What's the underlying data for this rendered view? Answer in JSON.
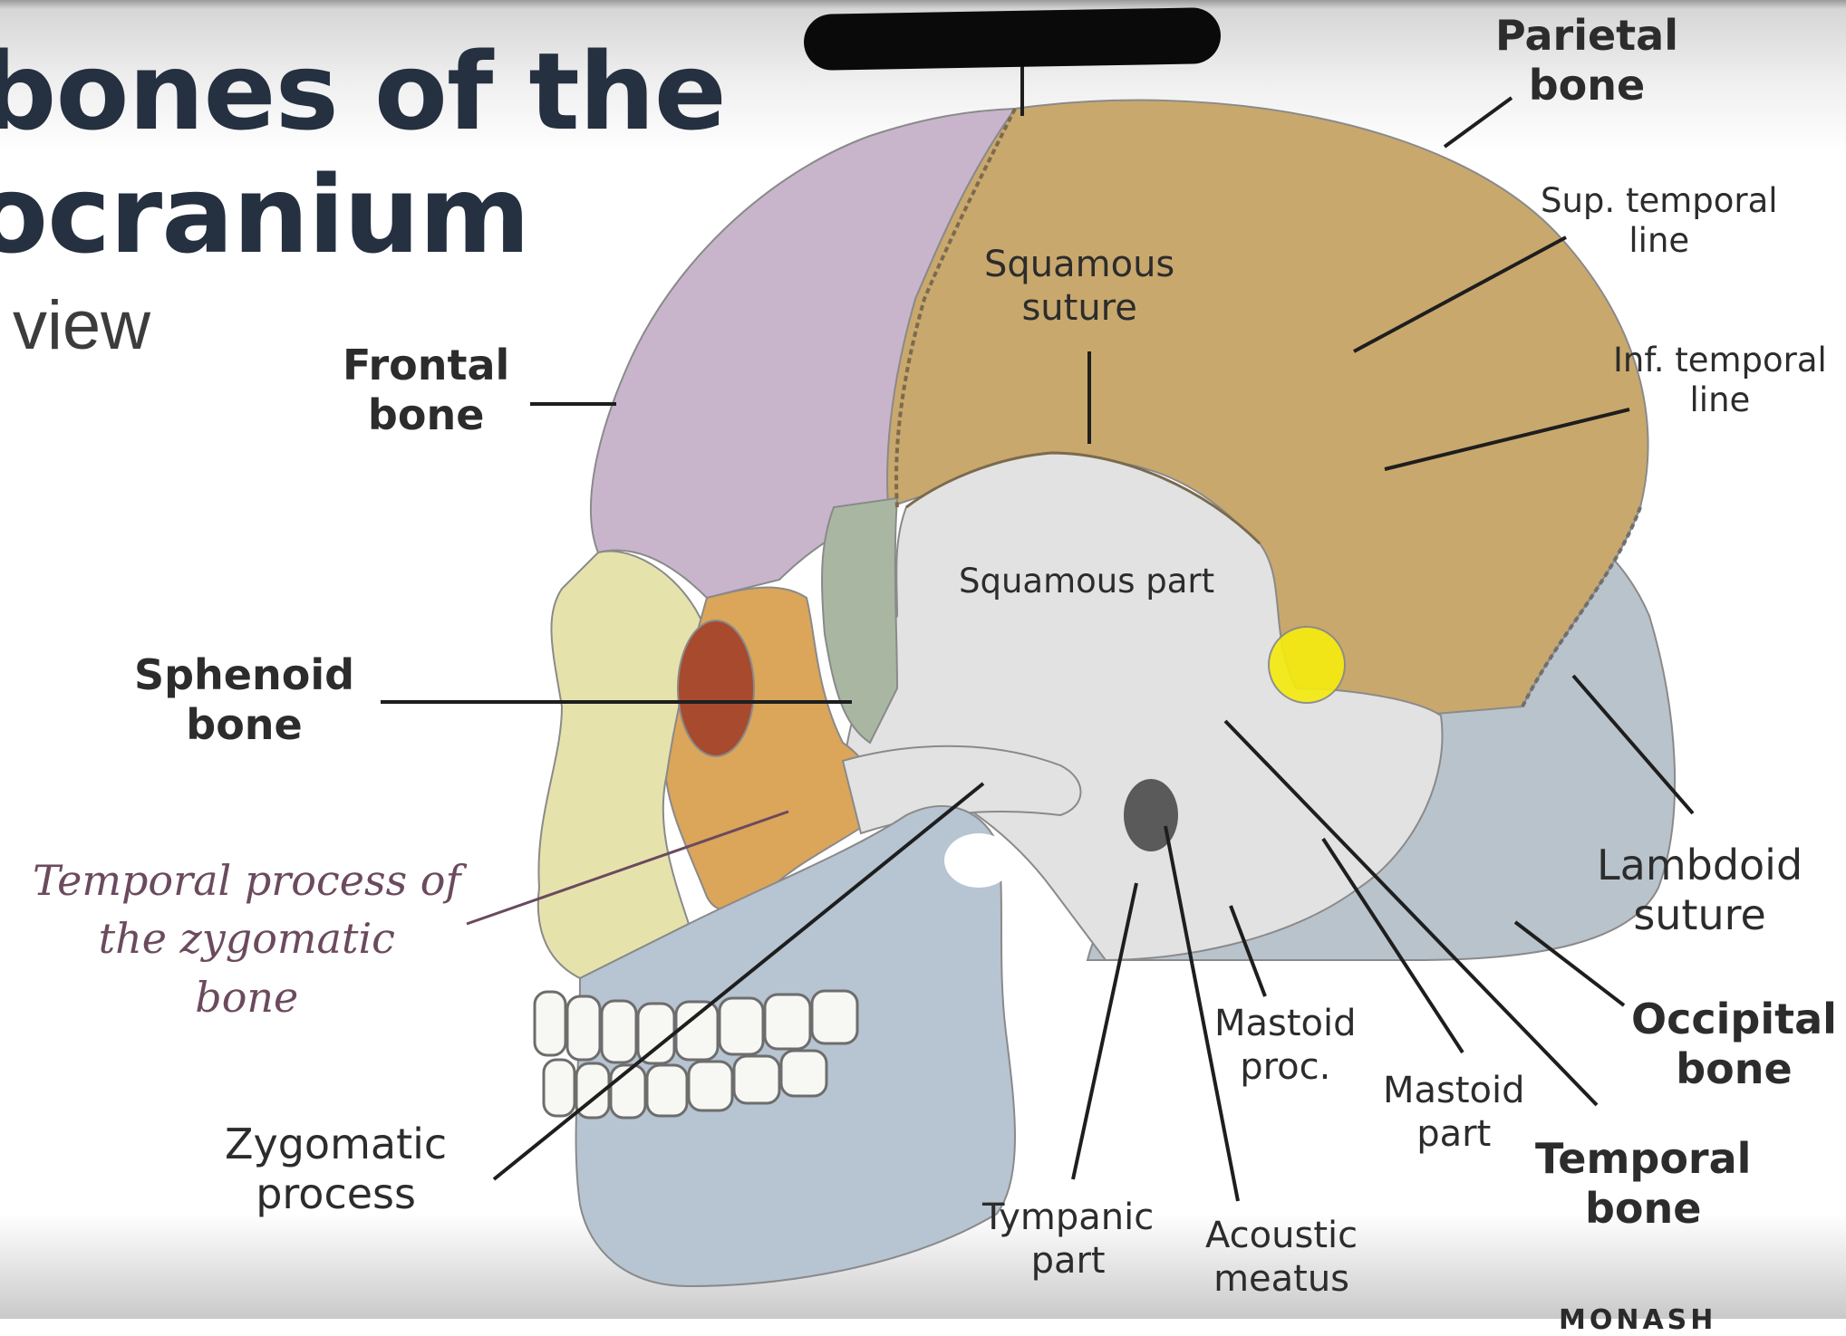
{
  "title": {
    "line1": "bones of the",
    "line2": "ocranium",
    "subtitle": "view"
  },
  "labels": {
    "frontal_bone": [
      "Frontal",
      "bone"
    ],
    "parietal_bone": [
      "Parietal",
      "bone"
    ],
    "sup_temporal_line": [
      "Sup. temporal",
      "line"
    ],
    "inf_temporal_line": [
      "Inf. temporal",
      "line"
    ],
    "squamous_suture": [
      "Squamous",
      "suture"
    ],
    "squamous_part": "Squamous part",
    "sphenoid_bone": [
      "Sphenoid",
      "bone"
    ],
    "temporal_process": [
      "Temporal process of",
      "the zygomatic",
      "bone"
    ],
    "zygomatic_process": [
      "Zygomatic",
      "process"
    ],
    "tympanic_part": [
      "Tympanic",
      "part"
    ],
    "acoustic_meatus": [
      "Acoustic",
      "meatus"
    ],
    "mastoid_proc": [
      "Mastoid",
      "proc."
    ],
    "mastoid_part": [
      "Mastoid",
      "part"
    ],
    "temporal_bone": [
      "Temporal",
      "bone"
    ],
    "occipital_bone": [
      "Occipital",
      "bone"
    ],
    "lambdoid_suture": [
      "Lambdoid",
      "suture"
    ]
  },
  "colors": {
    "frontal": "#c8b5cc",
    "parietal": "#c9a86d",
    "temporal": "#e2e2e2",
    "occipital": "#b9c3cc",
    "sphenoid": "#a9b7a2",
    "zygomatic": "#dba55a",
    "maxilla": "#e6e2ac",
    "mandible": "#b7c4d2",
    "orbit": "#a84a2e",
    "marker": "#f5ea10",
    "redaction": "#0a0a0a"
  },
  "logo": "MONASH"
}
